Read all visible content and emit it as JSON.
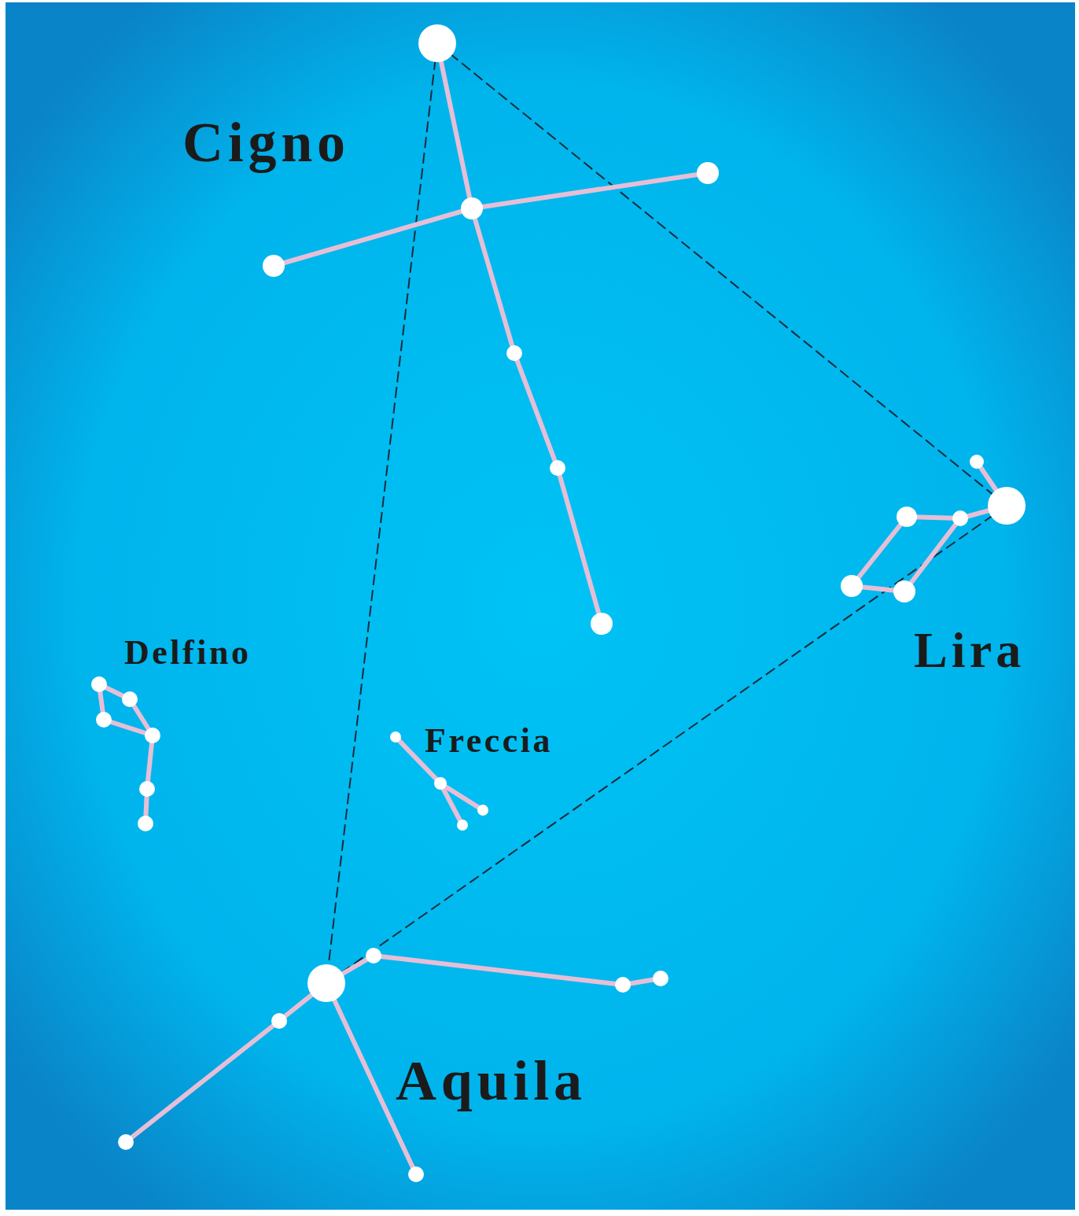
{
  "diagram": {
    "labels": [
      "Cigno",
      "Delfino",
      "Freccia",
      "Lira",
      "Aquila"
    ]
  }
}
